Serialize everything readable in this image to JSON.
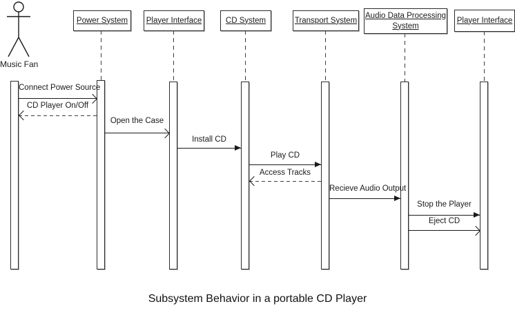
{
  "diagram": {
    "type": "uml-sequence",
    "title": "Subsystem Behavior in a portable CD Player",
    "actor": {
      "name": "Music Fan"
    },
    "lifelines": [
      {
        "label": "Power System"
      },
      {
        "label": "Player Interface"
      },
      {
        "label": "CD  System"
      },
      {
        "label": "Transport System"
      },
      {
        "label": "Audio Data Processing System"
      },
      {
        "label": "Player Interface"
      }
    ],
    "messages": [
      {
        "label": "Connect Power Source",
        "from": "Music Fan",
        "to": "Power System",
        "line": "solid",
        "arrowhead": "open"
      },
      {
        "label": "CD Player On/Off",
        "from": "Power System",
        "to": "Music Fan",
        "line": "dashed",
        "arrowhead": "open"
      },
      {
        "label": "Open the Case",
        "from": "Power System",
        "to": "Player Interface",
        "line": "solid",
        "arrowhead": "open"
      },
      {
        "label": "Install CD",
        "from": "Player Interface",
        "to": "CD  System",
        "line": "solid",
        "arrowhead": "filled"
      },
      {
        "label": "Play CD",
        "from": "CD  System",
        "to": "Transport System",
        "line": "solid",
        "arrowhead": "filled"
      },
      {
        "label": "Access Tracks",
        "from": "Transport System",
        "to": "CD  System",
        "line": "dashed",
        "arrowhead": "open"
      },
      {
        "label": "Recieve Audio Output",
        "from": "Transport System",
        "to": "Audio Data Processing System",
        "line": "solid",
        "arrowhead": "filled"
      },
      {
        "label": "Stop the Player",
        "from": "Audio Data Processing System",
        "to": "Player Interface",
        "line": "solid",
        "arrowhead": "filled"
      },
      {
        "label": "Eject CD",
        "from": "Audio Data Processing System",
        "to": "Player Interface",
        "line": "solid",
        "arrowhead": "open"
      }
    ],
    "colors": {
      "line": "#1a1a1a",
      "background": "#ffffff",
      "shadow": "#b3b3b3"
    }
  }
}
